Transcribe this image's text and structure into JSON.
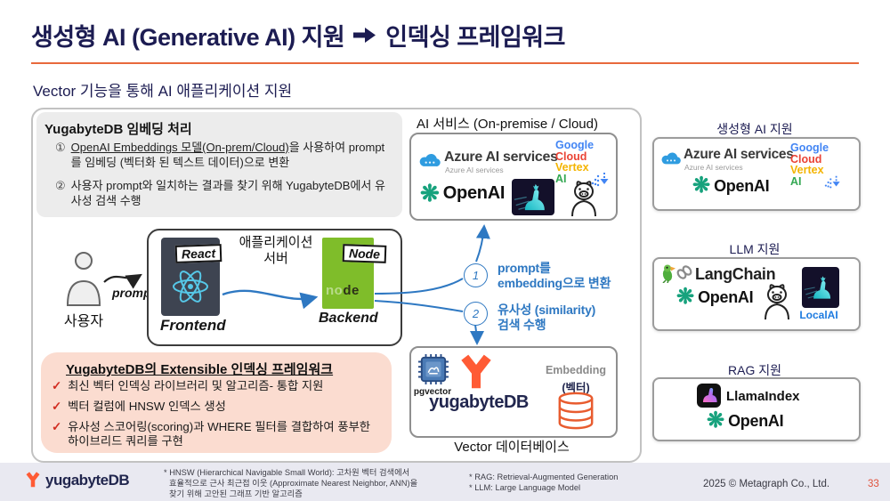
{
  "slide": {
    "title_left": "생성형 AI (Generative AI) 지원",
    "title_right": "인덱싱 프레임워크",
    "subtitle": "Vector 기능을 통해 AI 애플리케이션 지원"
  },
  "brands": {
    "azure": "Azure AI services",
    "azure_caption": "Azure AI services",
    "openai": "OpenAI",
    "openai_glyph": "❋",
    "google": [
      "Google",
      "Cloud",
      "Vertex",
      "AI"
    ]
  },
  "embedding_panel": {
    "heading": "YugabyteDB 임베딩 처리",
    "items": [
      {
        "num": "①",
        "link": "OpenAI Embeddings 모델(On-prem/Cloud)",
        "rest": "을 사용하여 prompt를 임베딩 (벡터화 된 텍스트 데이터)으로 변환"
      },
      {
        "num": "②",
        "text": "사용자 prompt와 일치하는 결과를 찾기 위해 YugabyteDB에서 유사성 검색 수행"
      }
    ]
  },
  "ai_services": {
    "label": "AI 서비스 (On-premise / Cloud)"
  },
  "app_server": {
    "label_line1": "애플리케이션",
    "label_line2": "서버",
    "react_badge": "React",
    "frontend": "Frontend",
    "node_badge": "Node",
    "node_light": "no",
    "node_dark": "de",
    "backend": "Backend"
  },
  "user": {
    "label": "사용자",
    "prompt": "prompt"
  },
  "flow": [
    {
      "num": "1",
      "line1": "prompt를",
      "line2": "embedding으로 변환"
    },
    {
      "num": "2",
      "line1": "유사성 (similarity)",
      "line2": "검색 수행"
    }
  ],
  "extensible_panel": {
    "title": "YugabyteDB의 Extensible 인덱싱 프레임워크",
    "check_glyph": "✓",
    "checks": [
      "최신 벡터 인덱싱 라이브러리 및 알고리즘- 통합 지원",
      "벡터 컬럼에 HNSW 인덱스 생성",
      "유사성 스코어링(scoring)과 WHERE 필터를 결합하여 풍부한 하이브리드 쿼리를 구현"
    ]
  },
  "vector_db": {
    "pgvector": "pgvector",
    "yugabyte": "yugabyteDB",
    "embedding_label": "Embedding",
    "vector_label": "(벡터)",
    "caption": "Vector 데이터베이스"
  },
  "right_column": [
    {
      "label": "생성형 AI 지원"
    },
    {
      "label": "LLM 지원",
      "langchain": "LangChain",
      "localai": "LocalAI"
    },
    {
      "label": "RAG 지원",
      "llamaindex": "LlamaIndex"
    }
  ],
  "footer": {
    "logo": "yugabyteDB",
    "note1_lines": [
      "* HNSW (Hierarchical Navigable Small World): 고차원 벡터 검색에서",
      "효율적으로 근사 최근접 이웃 (Approximate Nearest Neighbor, ANN)을",
      "찾기 위해 고안된 그래프 기반 알고리즘"
    ],
    "note2_lines": [
      "* RAG: Retrieval-Augmented Generation",
      "* LLM: Large Language Model"
    ],
    "copyright": "2025 © Metagraph Co., Ltd.",
    "page": "33"
  },
  "colors": {
    "title_navy": "#1c1c52",
    "rule_orange": "#e8693c",
    "flow_blue": "#2e78c2",
    "pink_panel": "#fbdcd0",
    "gray_panel": "#ececec",
    "footer_bg": "#e9e9f1",
    "openai_green": "#17a27d",
    "node_green": "#7fbd2a",
    "react_slate": "#3e4451",
    "yugabyte_orange": "#ff5b35",
    "google_blue": "#4285F4",
    "google_red": "#EA4335",
    "google_yellow": "#F4B400",
    "google_green": "#34A853",
    "page_number_orange": "#e0523c"
  }
}
